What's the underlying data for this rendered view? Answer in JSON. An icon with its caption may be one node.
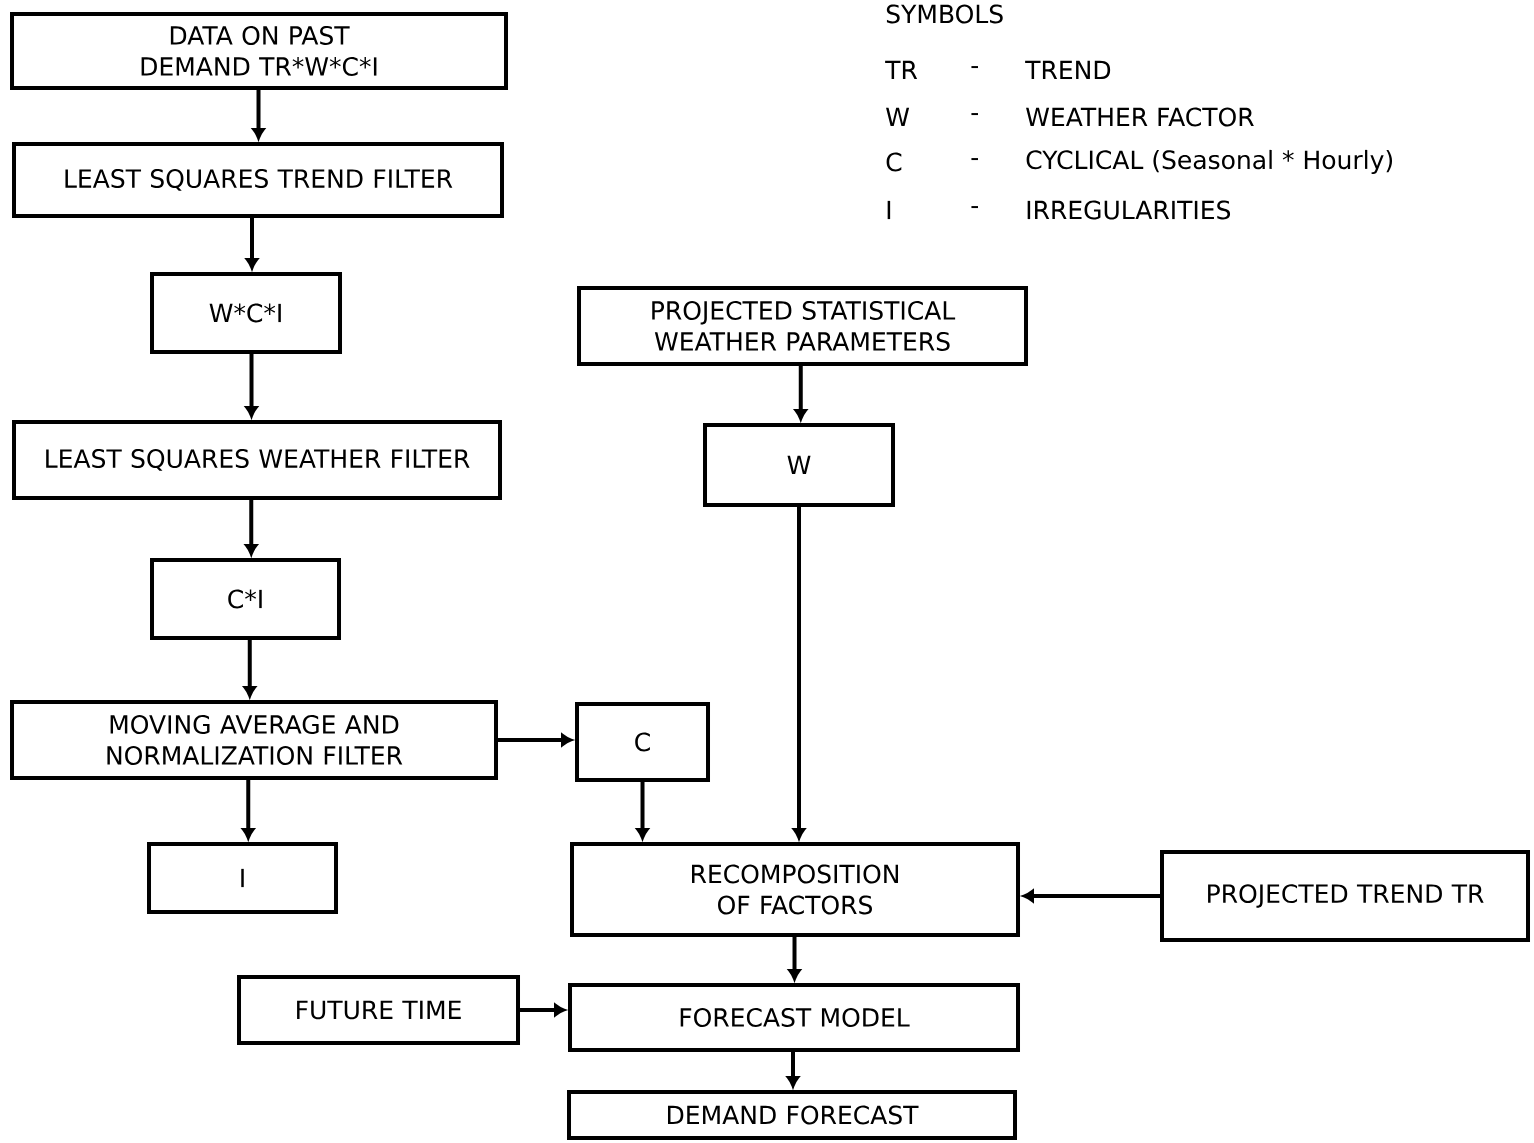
{
  "diagram": {
    "nodes": [
      {
        "text": [
          "DATA ON PAST DEMAND TR*W*C*I"
        ]
      },
      {
        "text": [
          "LEAST SQUARES TREND FILTER"
        ]
      },
      {
        "text": [
          "W*C*I"
        ]
      },
      {
        "text": [
          "LEAST SQUARES WEATHER FILTER"
        ]
      },
      {
        "text": [
          "C*I"
        ]
      },
      {
        "text": [
          "MOVING AVERAGE AND NORMALIZATION FILTER"
        ]
      },
      {
        "text": [
          "C"
        ]
      },
      {
        "text": [
          "I"
        ]
      },
      {
        "text": [
          "PROJECTED STATISTICAL WEATHER PARAMETERS"
        ]
      },
      {
        "text": [
          "W"
        ]
      },
      {
        "text": [
          "RECOMPOSITION OF FACTORS"
        ]
      },
      {
        "text": [
          "PROJECTED TREND TR"
        ]
      },
      {
        "text": [
          "FUTURE TIME"
        ]
      },
      {
        "text": [
          "FORECAST MODEL"
        ]
      },
      {
        "text": [
          "DEMAND FORECAST"
        ]
      }
    ],
    "edges": [
      {
        "from": 0,
        "to": 1,
        "arrow": "to"
      },
      {
        "from": 1,
        "to": 2,
        "arrow": "to"
      },
      {
        "from": 2,
        "to": 3,
        "arrow": "to"
      },
      {
        "from": 3,
        "to": 4,
        "arrow": "to"
      },
      {
        "from": 4,
        "to": 5,
        "arrow": "to"
      },
      {
        "from": 5,
        "to": 6,
        "arrow": "to"
      },
      {
        "from": 5,
        "to": 7,
        "arrow": "to"
      },
      {
        "from": 8,
        "to": 9,
        "arrow": "to"
      },
      {
        "from": 6,
        "to": 10,
        "arrow": "to"
      },
      {
        "from": 9,
        "to": 10,
        "arrow": "to"
      },
      {
        "from": 11,
        "to": 10,
        "arrow": "to"
      },
      {
        "from": 10,
        "to": 13,
        "arrow": "to"
      },
      {
        "from": 12,
        "to": 13,
        "arrow": "to"
      },
      {
        "from": 13,
        "to": 14,
        "arrow": "to"
      }
    ],
    "labels": [
      "SYMBOLS",
      "TR",
      "-",
      "TREND",
      "W",
      "-",
      "WEATHER FACTOR",
      "C",
      "-",
      "CYCLICAL (Seasonal * Hourly)",
      "I",
      "-",
      "IRREGULARITIES"
    ]
  }
}
